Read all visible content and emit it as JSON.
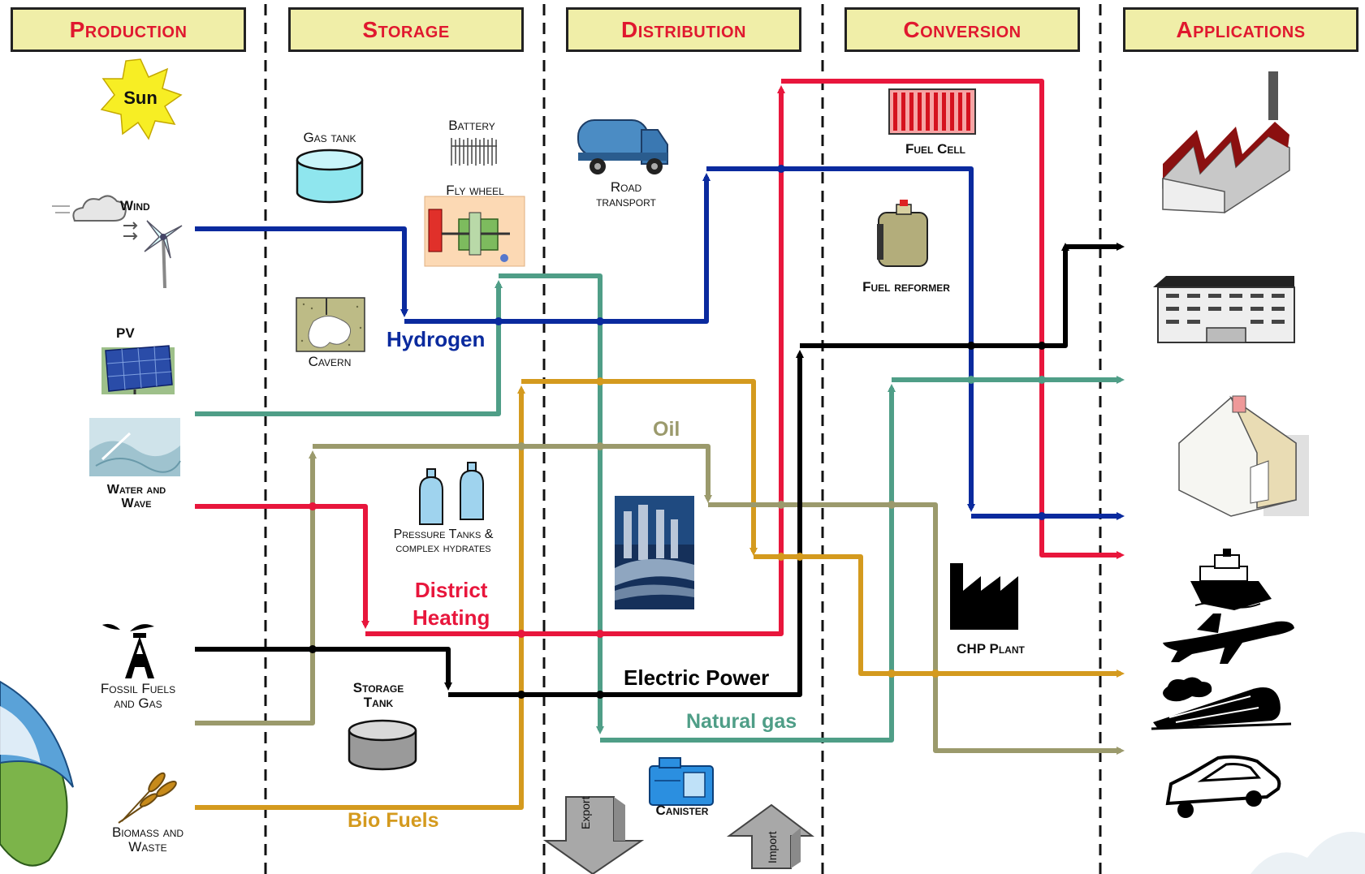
{
  "headers": {
    "production": "Production",
    "storage": "Storage",
    "distribution": "Distribution",
    "conversion": "Conversion",
    "applications": "Applications"
  },
  "sources": {
    "sun": "Sun",
    "wind": "Wind",
    "pv": "PV",
    "water_wave": [
      "Water and",
      "Wave"
    ],
    "fossil": [
      "Fossil Fuels",
      "and Gas"
    ],
    "biomass": [
      "Biomass and",
      "Waste"
    ]
  },
  "storage": {
    "gas_tank": "Gas tank",
    "battery": "Battery",
    "fly_wheel": "Fly wheel",
    "cavern": "Cavern",
    "pressure_tanks": [
      "Pressure Tanks &",
      "complex hydrates"
    ],
    "storage_tank": [
      "Storage",
      "Tank"
    ]
  },
  "distribution": {
    "road_transport": [
      "Road",
      "transport"
    ],
    "canister": "Canister",
    "export": "Export",
    "import": "Import"
  },
  "conversion": {
    "fuel_cell": "Fuel Cell",
    "fuel_reformer": "Fuel reformer",
    "chp_plant": "CHP Plant"
  },
  "flows": {
    "hydrogen": "Hydrogen",
    "oil": "Oil",
    "district_heating": [
      "District",
      "Heating"
    ],
    "electric_power": "Electric Power",
    "natural_gas": "Natural gas",
    "bio_fuels": "Bio Fuels"
  },
  "colors": {
    "hydrogen": "#0a2a9e",
    "natural_gas": "#4f9e87",
    "oil": "#9b9a6c",
    "district_heating": "#e8163c",
    "electric_power": "#000000",
    "bio_fuels": "#d49a1e",
    "header_fill": "#f0eea8",
    "header_text": "#e0182f"
  }
}
